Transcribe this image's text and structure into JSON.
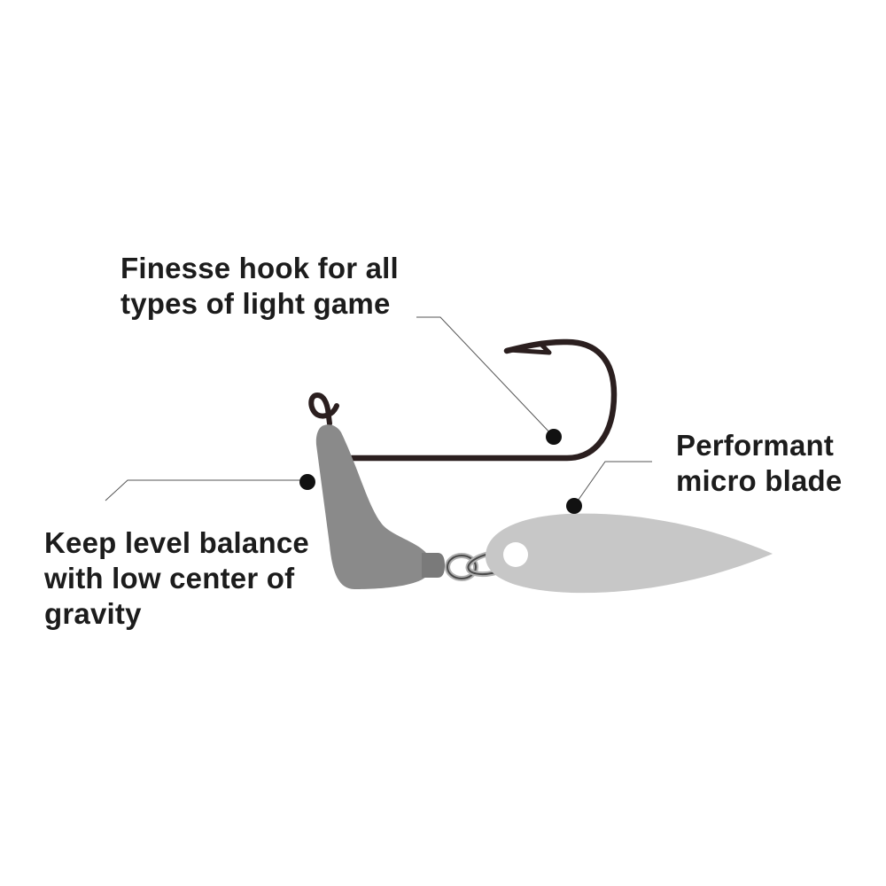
{
  "callouts": {
    "hook": {
      "lines": [
        "Finesse hook for all",
        "types of light game"
      ]
    },
    "blade": {
      "lines": [
        "Performant",
        "micro blade"
      ]
    },
    "balance": {
      "lines": [
        "Keep level balance",
        "with low center of",
        "gravity"
      ]
    }
  },
  "colors": {
    "hook": "#2b1f1f",
    "sinker": "#8a8a8a",
    "blade": "#c7c7c7",
    "leader_line": "#555555",
    "dot": "#111111",
    "text": "#1c1c1c"
  }
}
